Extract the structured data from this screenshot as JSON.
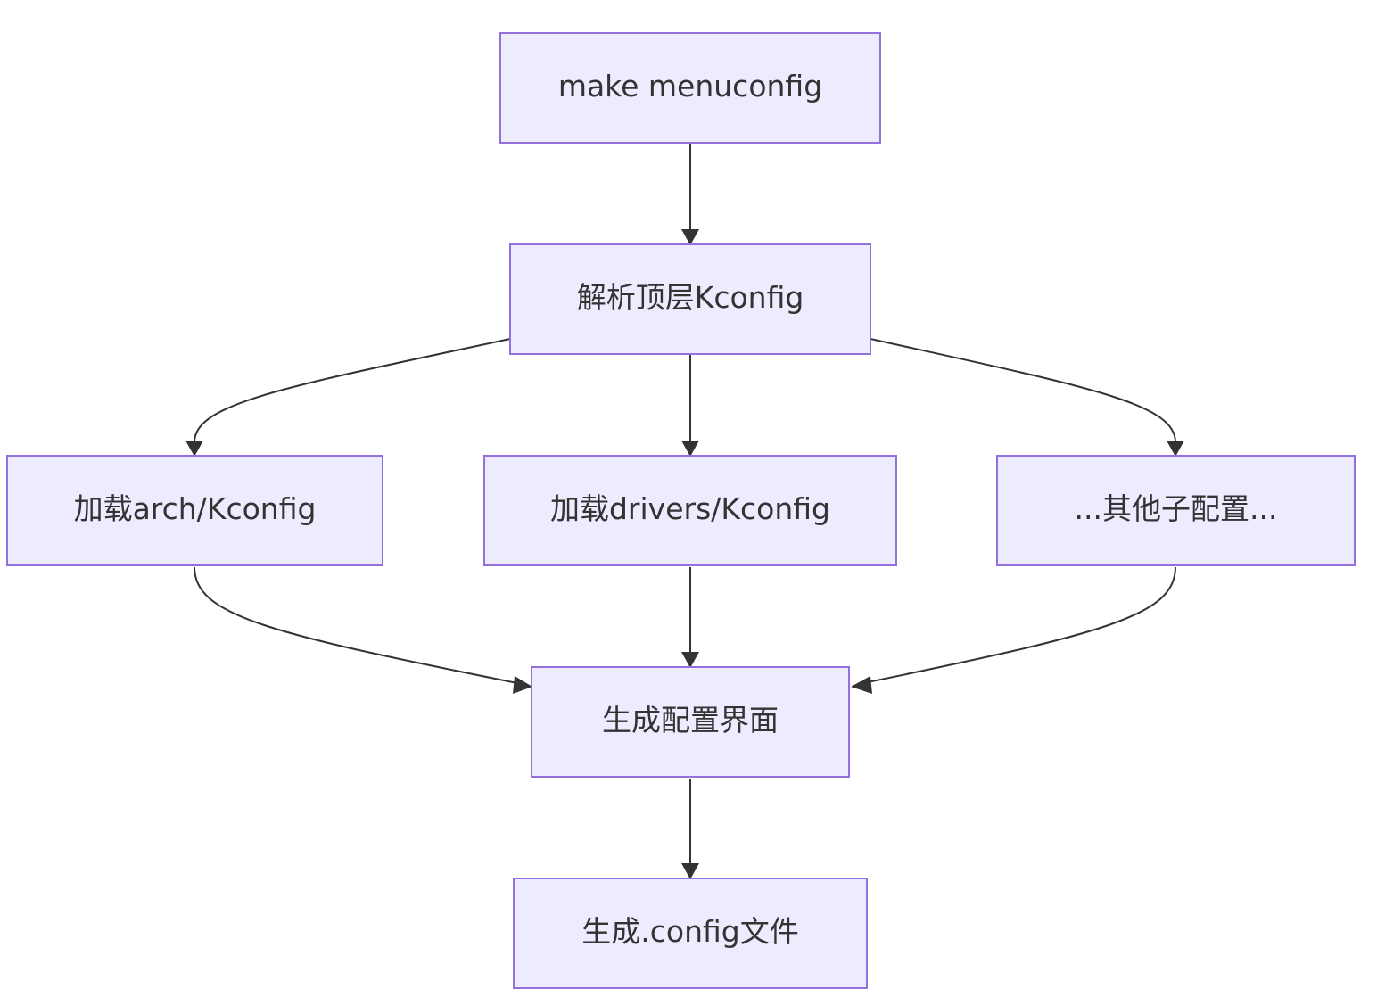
{
  "nodes": {
    "make_menuconfig": "make menuconfig",
    "parse_top_kconfig": "解析顶层Kconfig",
    "load_arch_kconfig": "加载arch/Kconfig",
    "load_drivers_kconfig": "加载drivers/Kconfig",
    "other_sub_configs": "...其他子配置...",
    "generate_config_ui": "生成配置界面",
    "generate_config_file": "生成.config文件"
  },
  "edges": [
    {
      "from": "make_menuconfig",
      "to": "parse_top_kconfig"
    },
    {
      "from": "parse_top_kconfig",
      "to": "load_arch_kconfig"
    },
    {
      "from": "parse_top_kconfig",
      "to": "load_drivers_kconfig"
    },
    {
      "from": "parse_top_kconfig",
      "to": "other_sub_configs"
    },
    {
      "from": "load_arch_kconfig",
      "to": "generate_config_ui"
    },
    {
      "from": "load_drivers_kconfig",
      "to": "generate_config_ui"
    },
    {
      "from": "other_sub_configs",
      "to": "generate_config_ui"
    },
    {
      "from": "generate_config_ui",
      "to": "generate_config_file"
    }
  ],
  "colors": {
    "node_fill": "#ececfe",
    "node_stroke": "#9370db",
    "edge": "#333333",
    "text": "#333333"
  }
}
